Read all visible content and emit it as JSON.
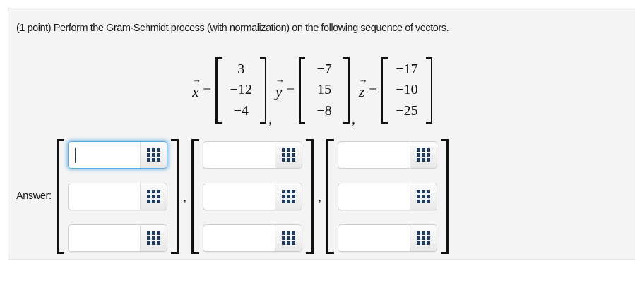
{
  "problem": {
    "prompt": "(1 point) Perform the Gram-Schmidt process (with normalization) on the following sequence of vectors.",
    "vectors": [
      {
        "label": "x",
        "arrow": "→",
        "equals": "=",
        "entries": [
          "3",
          "−12",
          "−4"
        ]
      },
      {
        "label": "y",
        "arrow": "→",
        "equals": "=",
        "entries": [
          "−7",
          "15",
          "−8"
        ]
      },
      {
        "label": "z",
        "arrow": "→",
        "equals": "=",
        "entries": [
          "−17",
          "−10",
          "−25"
        ]
      }
    ],
    "separator": ","
  },
  "answer": {
    "label": "Answer:",
    "separator": ",",
    "groups": [
      {
        "fields": [
          {
            "value": "",
            "placeholder": "",
            "focused": true,
            "keypad_icon": "grid-keypad-icon"
          },
          {
            "value": "",
            "placeholder": "",
            "focused": false,
            "keypad_icon": "grid-keypad-icon"
          },
          {
            "value": "",
            "placeholder": "",
            "focused": false,
            "keypad_icon": "grid-keypad-icon"
          }
        ]
      },
      {
        "fields": [
          {
            "value": "",
            "placeholder": "",
            "focused": false,
            "keypad_icon": "grid-keypad-icon"
          },
          {
            "value": "",
            "placeholder": "",
            "focused": false,
            "keypad_icon": "grid-keypad-icon"
          },
          {
            "value": "",
            "placeholder": "",
            "focused": false,
            "keypad_icon": "grid-keypad-icon"
          }
        ]
      },
      {
        "fields": [
          {
            "value": "",
            "placeholder": "",
            "focused": false,
            "keypad_icon": "grid-keypad-icon"
          },
          {
            "value": "",
            "placeholder": "",
            "focused": false,
            "keypad_icon": "grid-keypad-icon"
          },
          {
            "value": "",
            "placeholder": "",
            "focused": false,
            "keypad_icon": "grid-keypad-icon"
          }
        ]
      }
    ]
  },
  "colors": {
    "page_background": "#ffffff",
    "panel_background": "#f4f4f4",
    "panel_border": "#e4e4e4",
    "text": "#1a1a1a",
    "math": "#111111",
    "input_border": "#cfcfcf",
    "focus_border": "#5aaae4",
    "keypad_dot": "#223a5e"
  }
}
